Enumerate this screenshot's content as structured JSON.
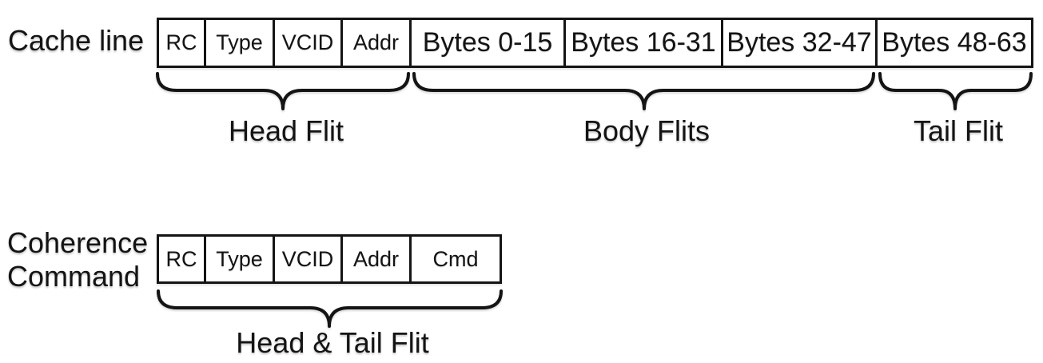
{
  "colors": {
    "ink": "#141414",
    "background": "#ffffff"
  },
  "rows": {
    "cache_line": {
      "label": "Cache line",
      "fields": [
        "RC",
        "Type",
        "VCID",
        "Addr",
        "Bytes 0-15",
        "Bytes 16-31",
        "Bytes 32-47",
        "Bytes 48-63"
      ],
      "groups": [
        {
          "label": "Head Flit",
          "covers": [
            "RC",
            "Type",
            "VCID",
            "Addr"
          ]
        },
        {
          "label": "Body Flits",
          "covers": [
            "Bytes 0-15",
            "Bytes 16-31",
            "Bytes 32-47"
          ]
        },
        {
          "label": "Tail Flit",
          "covers": [
            "Bytes 48-63"
          ]
        }
      ]
    },
    "coherence_command": {
      "label_lines": [
        "Coherence",
        "Command"
      ],
      "fields": [
        "RC",
        "Type",
        "VCID",
        "Addr",
        "Cmd"
      ],
      "groups": [
        {
          "label": "Head & Tail Flit",
          "covers": [
            "RC",
            "Type",
            "VCID",
            "Addr",
            "Cmd"
          ]
        }
      ]
    }
  }
}
